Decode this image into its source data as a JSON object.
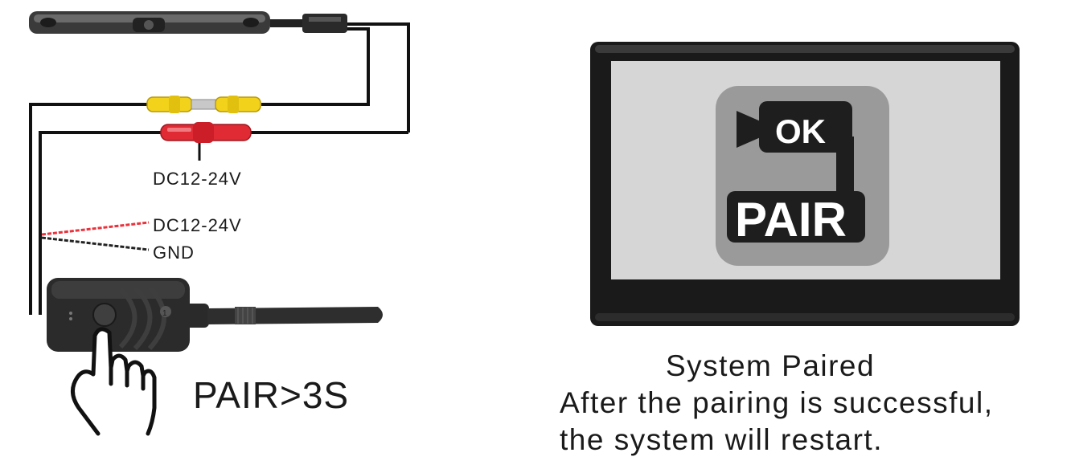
{
  "wiring": {
    "power_label_1": "DC12-24V",
    "power_label_2": "DC12-24V",
    "ground_label": "GND",
    "pair_instruction": "PAIR>3S"
  },
  "monitor": {
    "ok_label": "OK",
    "pair_label": "PAIR"
  },
  "caption": {
    "line1": "System Paired",
    "line2": "After the pairing is successful,",
    "line3": "the system will restart."
  },
  "colors": {
    "wire": "#111111",
    "red_wire": "#e8323c",
    "yellow_connector": "#f2d21b",
    "red_connector": "#e02a34",
    "monitor_bezel": "#1a1a1a",
    "monitor_screen": "#d6d6d6",
    "badge_bg": "#9a9a9a",
    "badge_dark": "#1e1e1e"
  }
}
